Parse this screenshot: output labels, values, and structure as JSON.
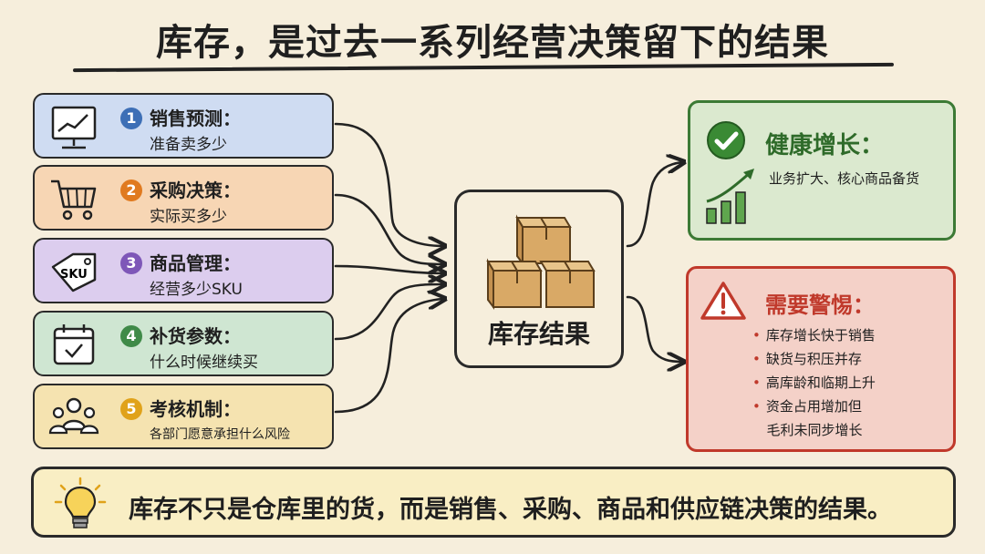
{
  "title": "库存，是过去一系列经营决策留下的结果",
  "factors": [
    {
      "num": "1",
      "title": "销售预测：",
      "subtitle": "准备卖多少",
      "icon": "presentation-chart-icon",
      "bg": "#cfdcf2",
      "num_color": "#3d6fb6"
    },
    {
      "num": "2",
      "title": "采购决策：",
      "subtitle": "实际买多少",
      "icon": "shopping-cart-icon",
      "bg": "#f7d6b4",
      "num_color": "#e07a1f"
    },
    {
      "num": "3",
      "title": "商品管理：",
      "subtitle": "经营多少SKU",
      "icon": "price-tag-icon",
      "icon_text": "SKU",
      "bg": "#dccdee",
      "num_color": "#7e57b8"
    },
    {
      "num": "4",
      "title": "补货参数：",
      "subtitle": "什么时候继续买",
      "icon": "calendar-check-icon",
      "bg": "#cfe6d2",
      "num_color": "#3f8a48"
    },
    {
      "num": "5",
      "title": "考核机制：",
      "subtitle": "各部门愿意承担什么风险",
      "icon": "people-group-icon",
      "bg": "#f5e3b0",
      "num_color": "#e0a21a"
    }
  ],
  "center": {
    "label": "库存结果",
    "icon": "stacked-boxes-icon"
  },
  "healthy": {
    "title": "健康增长：",
    "subtitle": "业务扩大、核心商品备货",
    "icon": "check-circle-icon",
    "chart_icon": "growth-chart-icon"
  },
  "warning": {
    "title": "需要警惕：",
    "icon": "warning-triangle-icon",
    "items": [
      "库存增长快于销售",
      "缺货与积压并存",
      "高库龄和临期上升",
      "资金占用增加但",
      "毛利未同步增长"
    ],
    "bullets": [
      true,
      true,
      true,
      true,
      false
    ]
  },
  "bottom": {
    "text": "库存不只是仓库里的货，而是销售、采购、商品和供应链决策的结果。",
    "icon": "lightbulb-icon"
  }
}
